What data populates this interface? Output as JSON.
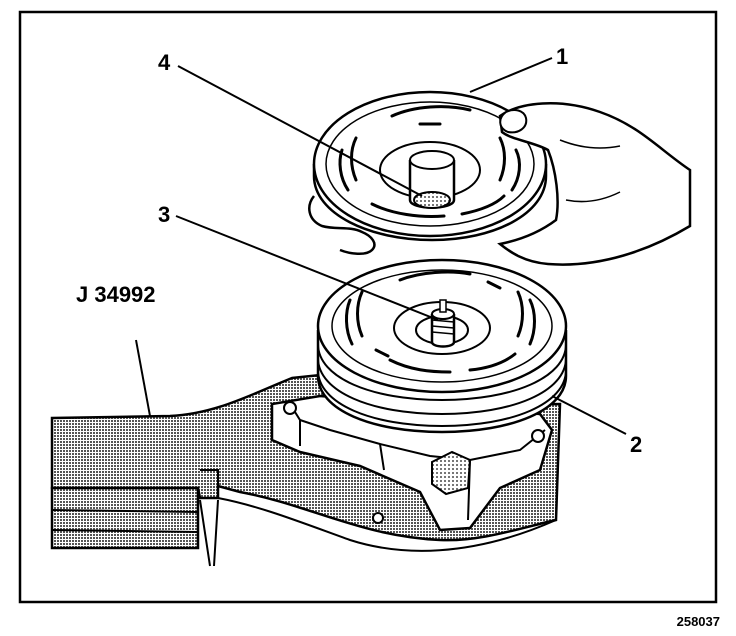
{
  "figure": {
    "callouts": [
      "1",
      "2",
      "3",
      "4"
    ],
    "tool_label": "J 34992",
    "figure_id": "258037"
  },
  "colors": {
    "ink": "#000000",
    "paper": "#ffffff",
    "tool_shade": "#8e8e8e"
  }
}
